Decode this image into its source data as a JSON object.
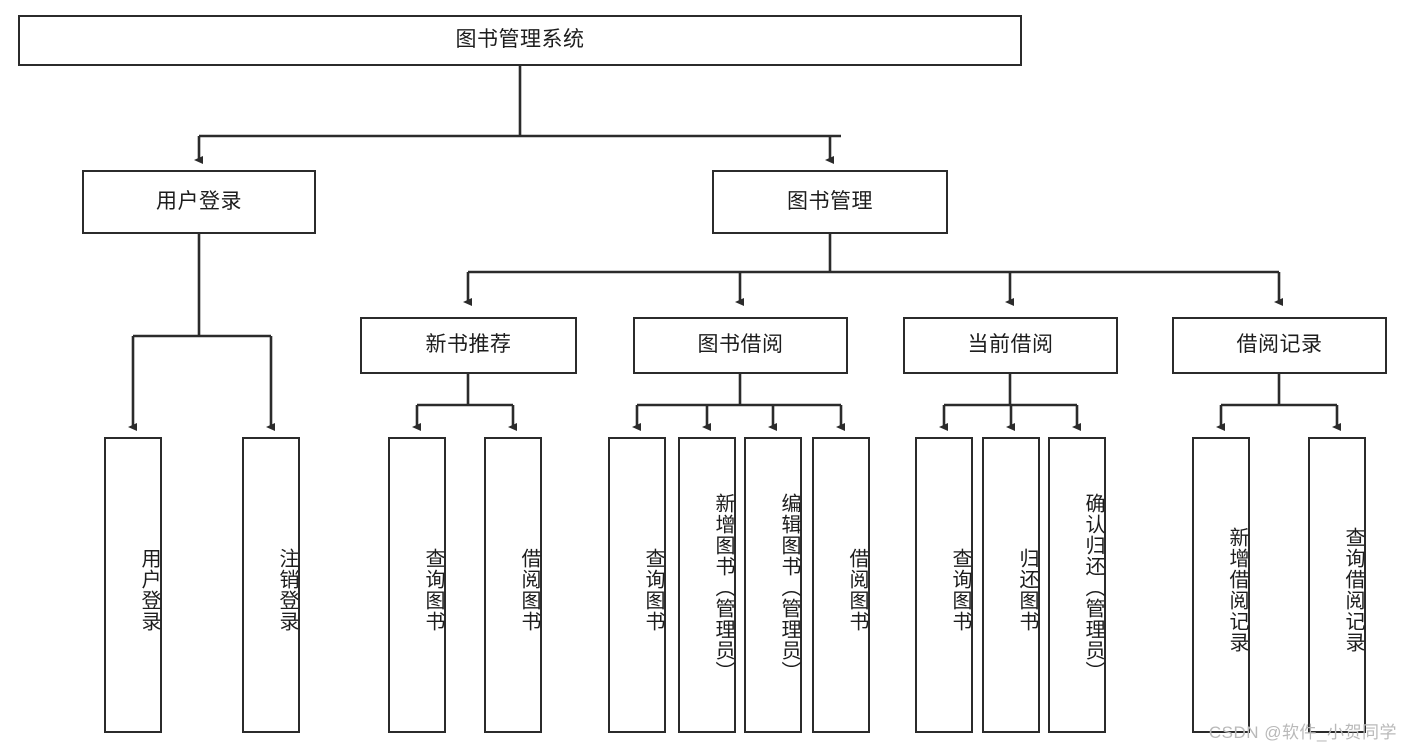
{
  "diagram": {
    "type": "tree-hierarchy-chart",
    "title": "图书管理系统",
    "root": {
      "id": "root",
      "label": "图书管理系统"
    },
    "level1": [
      {
        "id": "user-login",
        "label": "用户登录"
      },
      {
        "id": "book-management",
        "label": "图书管理"
      }
    ],
    "level2": [
      {
        "id": "new-book-recommend",
        "label": "新书推荐",
        "parent": "book-management"
      },
      {
        "id": "book-borrow",
        "label": "图书借阅",
        "parent": "book-management"
      },
      {
        "id": "current-borrow",
        "label": "当前借阅",
        "parent": "book-management"
      },
      {
        "id": "borrow-record",
        "label": "借阅记录",
        "parent": "book-management"
      }
    ],
    "leaves": {
      "user_login": [
        {
          "id": "leaf-user-login",
          "label": "用户登录"
        },
        {
          "id": "leaf-user-logout",
          "label": "注销登录"
        }
      ],
      "new_book_recommend": [
        {
          "id": "leaf-query-book-1",
          "label": "查询图书"
        },
        {
          "id": "leaf-borrow-book-1",
          "label": "借阅图书"
        }
      ],
      "book_borrow": [
        {
          "id": "leaf-query-book-2",
          "label": "查询图书"
        },
        {
          "id": "leaf-add-book",
          "label": "新增图书（管理员）"
        },
        {
          "id": "leaf-edit-book",
          "label": "编辑图书（管理员）"
        },
        {
          "id": "leaf-borrow-book-2",
          "label": "借阅图书"
        }
      ],
      "current_borrow": [
        {
          "id": "leaf-query-book-3",
          "label": "查询图书"
        },
        {
          "id": "leaf-return-book",
          "label": "归还图书"
        },
        {
          "id": "leaf-confirm-return",
          "label": "确认归还（管理员）"
        }
      ],
      "borrow_record": [
        {
          "id": "leaf-add-record",
          "label": "新增借阅记录"
        },
        {
          "id": "leaf-query-record",
          "label": "查询借阅记录"
        }
      ]
    },
    "colors": {
      "stroke": "#2b2b2b",
      "text": "#1d1d1d",
      "background": "#ffffff",
      "watermark": "#b9b9b9"
    }
  },
  "watermark": {
    "text": "CSDN @软件_小贺同学"
  }
}
